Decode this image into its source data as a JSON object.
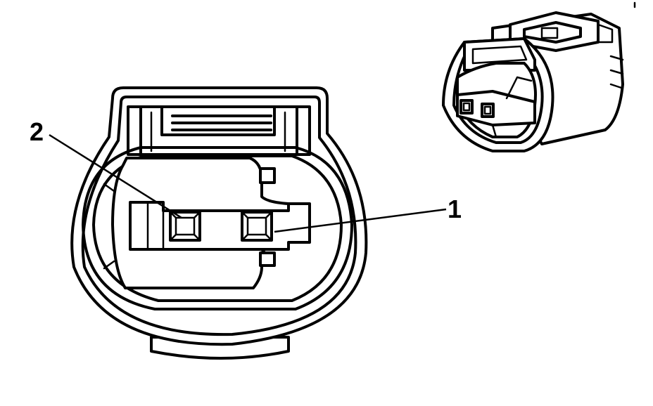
{
  "diagram": {
    "callouts": [
      {
        "id": "pin-1",
        "label": "1"
      },
      {
        "id": "pin-2",
        "label": "2"
      }
    ],
    "colors": {
      "line": "#000000",
      "background": "#ffffff"
    },
    "icons": [
      "connector-face-view",
      "connector-isometric-view",
      "terminal-cavity-icon"
    ]
  }
}
